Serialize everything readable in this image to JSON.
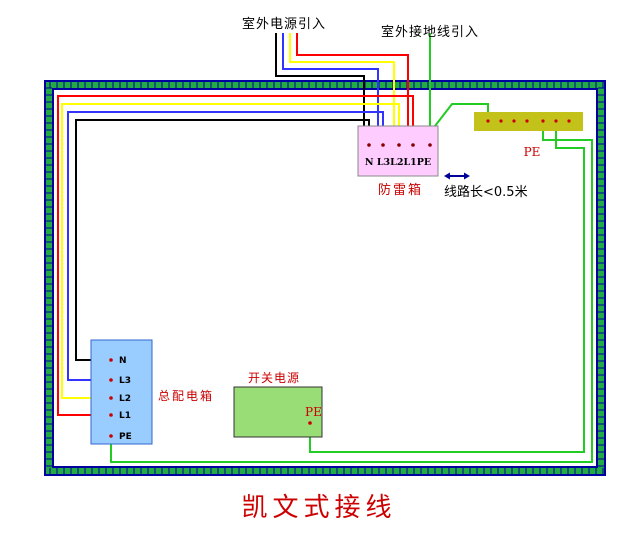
{
  "labels": {
    "outdoor_power_in": "室外电源引入",
    "outdoor_ground_in": "室外接地线引入",
    "spd_terminals": "N L3L2L1PE",
    "spd_box": "防雷箱",
    "line_length_note": "线路长<0.5米",
    "ground_bar_pe": "PE",
    "main_box": "总配电箱",
    "main_box_terminals": [
      "N",
      "L3",
      "L2",
      "L1",
      "PE"
    ],
    "switch_power": "开关电源",
    "switch_power_pe": "PE",
    "caption": "凯文式接线"
  },
  "colors": {
    "neutral": "#000000",
    "L3": "#3333ff",
    "L2": "#ffff00",
    "L1": "#ff0000",
    "PE": "#22cc22",
    "frame_blue": "#0000a0",
    "frame_green": "#22aa44",
    "spd_fill": "#ffccff",
    "main_box_fill": "#99ccff",
    "switch_fill": "#99dd77",
    "ground_bar": "#c2c21a",
    "label_red": "#cc0000",
    "arrow_blue": "#000099"
  }
}
